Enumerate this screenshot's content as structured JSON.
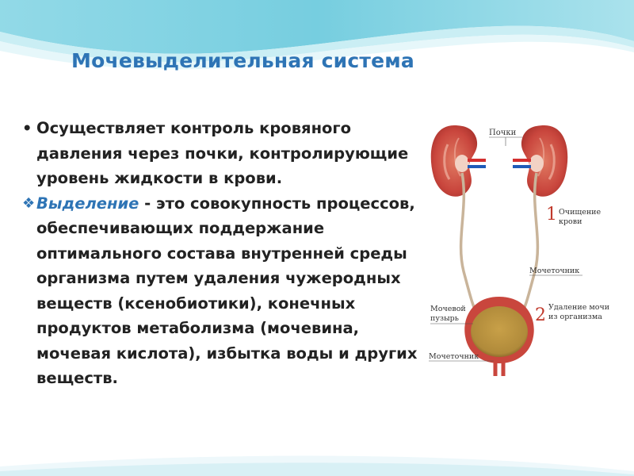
{
  "slide": {
    "title": "Мочевыделительная система",
    "paragraph1": {
      "bullet": "•",
      "text": "Осуществляет контроль кровяного давления через почки, контролирующие уровень жидкости в крови."
    },
    "paragraph2": {
      "bullet": "❖",
      "term": "Выделение",
      "text": " - это совокупность процессов, обеспечивающих поддержание оптимального состава внутренней среды организма путем удаления чужеродных веществ (ксенобиотики), конечных продуктов метаболизма (мочевина, мочевая кислота), избытка воды и других веществ."
    }
  },
  "diagram": {
    "labels": {
      "kidneys": "Почки",
      "step1_number": "1",
      "step1_line1": "Очищение",
      "step1_line2": "крови",
      "ureter": "Мочеточник",
      "bladder_line1": "Мочевой",
      "bladder_line2": "пузырь",
      "step2_number": "2",
      "step2_line1": "Удаление мочи",
      "step2_line2": "из организма",
      "urethra": "Мочеточник"
    }
  },
  "colors": {
    "title": "#2e74b5",
    "kidney": "#c9463d",
    "bladder": "#d08a50",
    "artery": "#d32f2f",
    "vein": "#1e5bb8",
    "header_wave": "#5ec5da"
  },
  "icons": [
    "bullet-dot-icon",
    "diamond-bullet-icon"
  ]
}
